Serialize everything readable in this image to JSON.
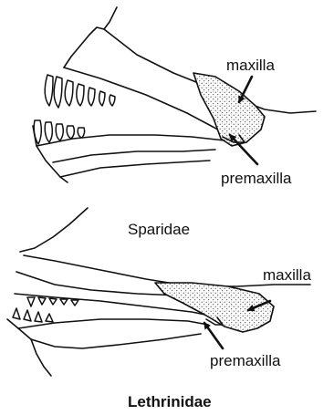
{
  "sparidae": {
    "maxilla_label": "maxilla",
    "premaxilla_label": "premaxilla",
    "family_name": "Sparidae"
  },
  "lethrinidae": {
    "maxilla_label": "maxilla",
    "premaxilla_label": "premaxilla",
    "family_name": "Lethrinidae"
  },
  "colors": {
    "ink": "#111111",
    "stipple": "#555555",
    "background": "#ffffff"
  }
}
